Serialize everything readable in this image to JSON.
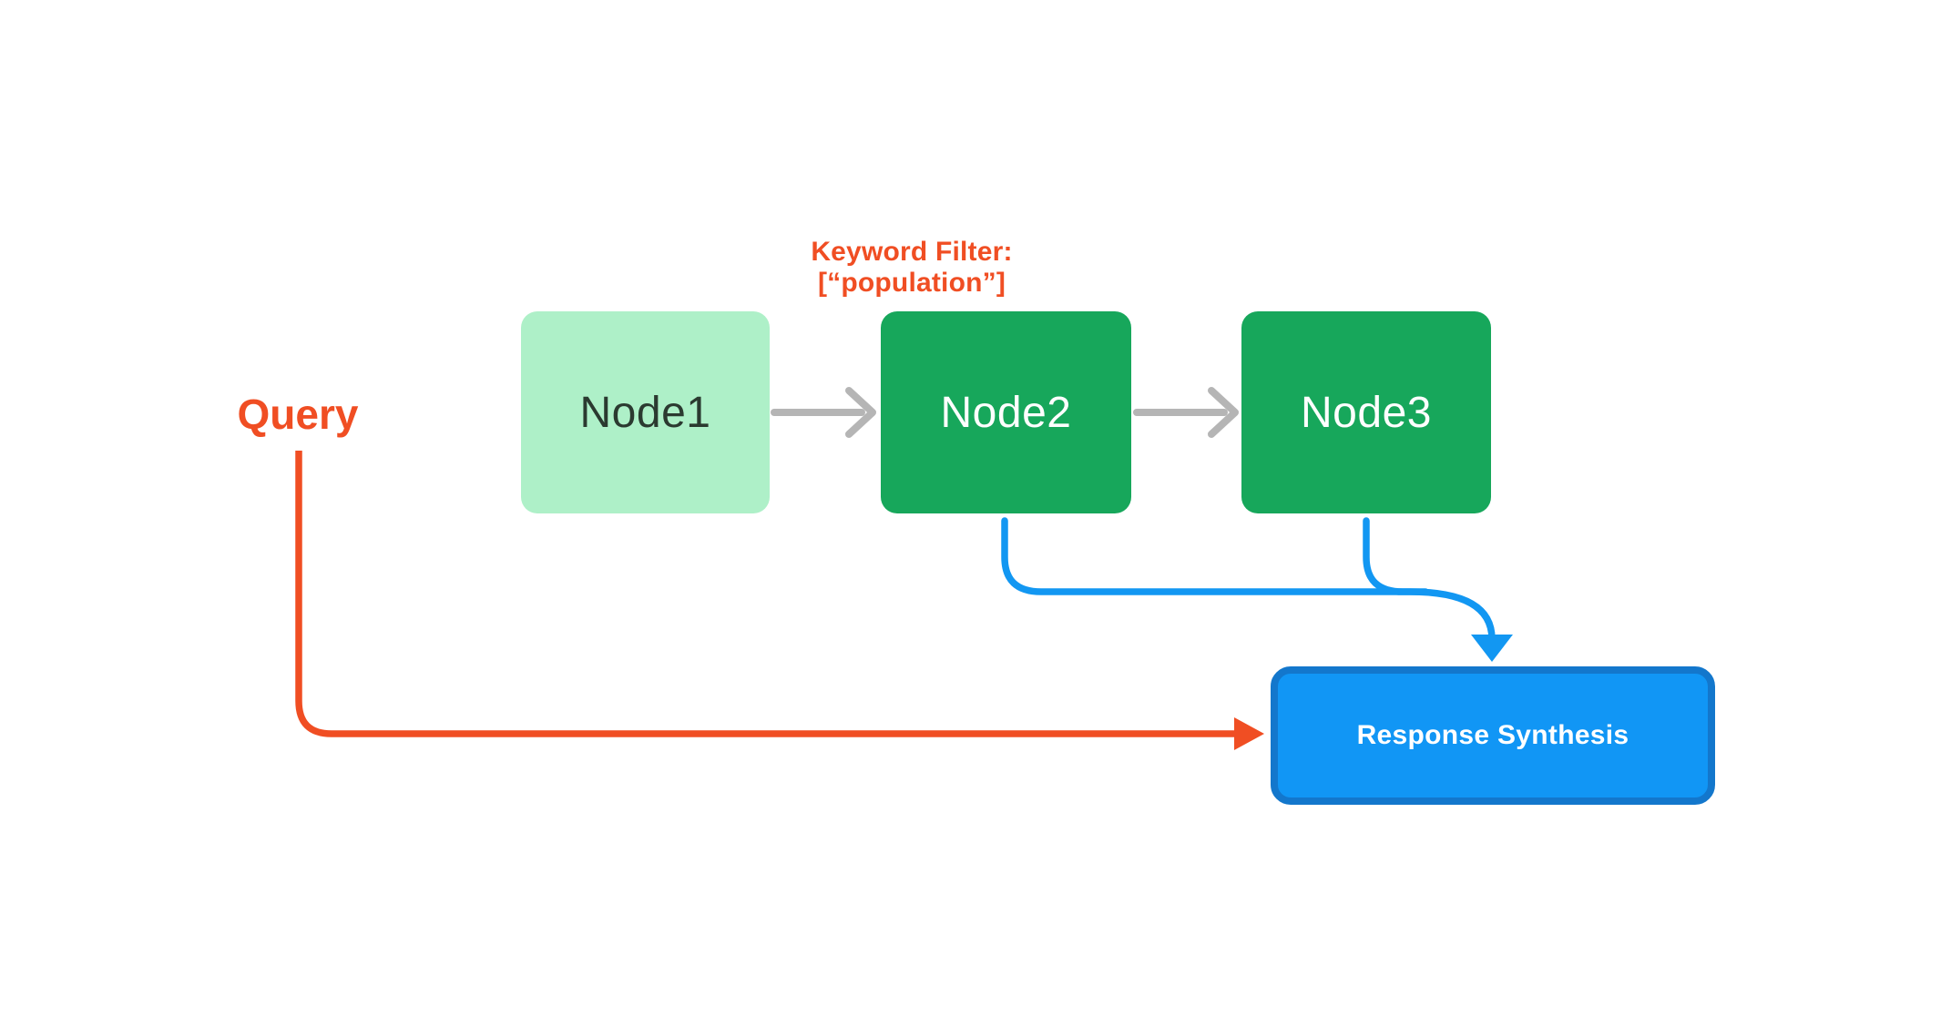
{
  "colors": {
    "accent_red": "#F04E23",
    "node_light_green": "#AEF0C8",
    "node_green": "#17A75B",
    "node_text_dark": "#2B3A30",
    "node_text_light": "#FFFFFF",
    "arrow_gray": "#B5B5B5",
    "arrow_blue": "#1297F2",
    "synthesis_fill": "#1196F5",
    "synthesis_border": "#1377CC",
    "background": "#FFFFFF"
  },
  "labels": {
    "keyword_filter": "Keyword Filter: [“population”]",
    "query": "Query"
  },
  "nodes": {
    "node1": {
      "label": "Node1"
    },
    "node2": {
      "label": "Node2"
    },
    "node3": {
      "label": "Node3"
    },
    "response_synthesis": {
      "label": "Response Synthesis"
    }
  },
  "edges": [
    {
      "from": "Node1",
      "to": "Node2",
      "style": "gray-arrow"
    },
    {
      "from": "Node2",
      "to": "Node3",
      "style": "gray-arrow"
    },
    {
      "from": "Node2",
      "to": "Response Synthesis",
      "style": "blue-arrow"
    },
    {
      "from": "Node3",
      "to": "Response Synthesis",
      "style": "blue-arrow"
    },
    {
      "from": "Query",
      "to": "Response Synthesis",
      "style": "red-arrow"
    }
  ]
}
